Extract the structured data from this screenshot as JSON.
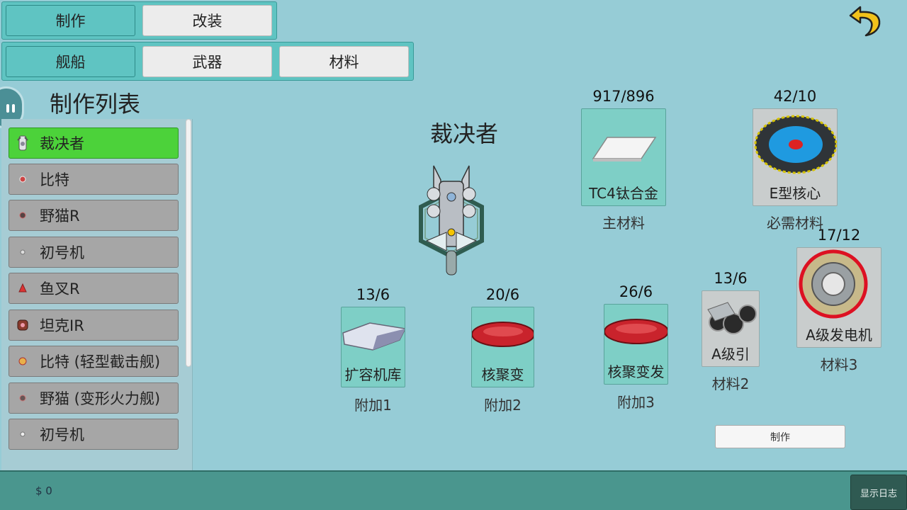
{
  "top_tabs": {
    "craft": "制作",
    "modify": "改装"
  },
  "category_tabs": {
    "ships": "舰船",
    "weapons": "武器",
    "materials": "材料"
  },
  "list_title": "制作列表",
  "list_items": [
    {
      "label": "裁决者",
      "icon": "ship-verdict-icon",
      "selected": true
    },
    {
      "label": "比特",
      "icon": "ship-bit-icon",
      "selected": false
    },
    {
      "label": "野猫R",
      "icon": "ship-wildcat-icon",
      "selected": false
    },
    {
      "label": "初号机",
      "icon": "ship-prototype-icon",
      "selected": false
    },
    {
      "label": "鱼叉R",
      "icon": "ship-harpoon-icon",
      "selected": false
    },
    {
      "label": "坦克IR",
      "icon": "ship-tank-icon",
      "selected": false
    },
    {
      "label": "比特 (轻型截击舰)",
      "icon": "ship-bit-interceptor-icon",
      "selected": false
    },
    {
      "label": "野猫 (变形火力舰)",
      "icon": "ship-wildcat-transform-icon",
      "selected": false
    },
    {
      "label": "初号机",
      "icon": "ship-prototype-icon",
      "selected": false
    }
  ],
  "ship": {
    "name": "裁决者"
  },
  "materials": {
    "main": {
      "count": "917/896",
      "name": "TC4钛合金",
      "role": "主材料"
    },
    "required": {
      "count": "42/10",
      "name": "E型核心",
      "role": "必需材料"
    },
    "mat3": {
      "count": "17/12",
      "name": "A级发电机",
      "role": "材料3"
    },
    "mat2": {
      "count": "13/6",
      "name": "A级引",
      "role": "材料2"
    },
    "extra1": {
      "count": "13/6",
      "name": "扩容机库",
      "role": "附加1"
    },
    "extra2": {
      "count": "20/6",
      "name": "核聚变",
      "role": "附加2"
    },
    "extra3": {
      "count": "26/6",
      "name": "核聚变发",
      "role": "附加3"
    }
  },
  "craft_button": "制作",
  "money": "$ 0",
  "log_button": "显示日志",
  "colors": {
    "selected_green": "#4cd23a",
    "tab_teal": "#5fc4c2",
    "background": "#96ccd6",
    "back_arrow": "#f2c21a"
  }
}
